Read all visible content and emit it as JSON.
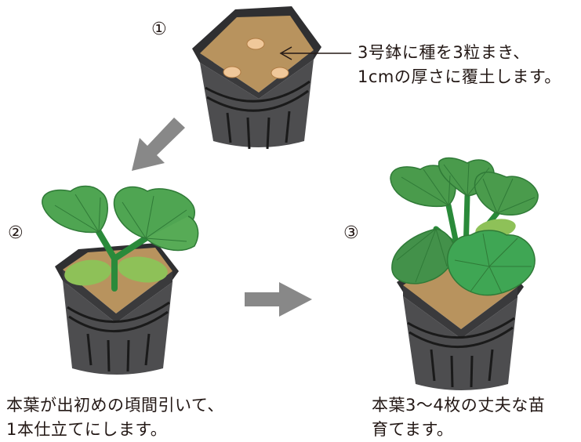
{
  "steps": [
    {
      "marker": "①",
      "caption": "3号鉢に種を3粒まき、\n1cmの厚さに覆土します。"
    },
    {
      "marker": "②",
      "caption": "本葉が出初めの頃間引いて、\n1本仕立てにします。"
    },
    {
      "marker": "③",
      "caption": "本葉3～4枚の丈夫な苗\n育てます。"
    }
  ],
  "colors": {
    "pot": "#4d4d4f",
    "pot_dark": "#2f2f31",
    "pot_lines": "#1a1a1a",
    "soil": "#b8935e",
    "seed": "#f0c89a",
    "leaf": "#4fa552",
    "leaf_dark": "#2f7a37",
    "cotyledon": "#8ec158",
    "stem": "#2a8a3a",
    "arrow": "#888888"
  },
  "icons": [
    "pot-icon",
    "seed-icon",
    "seedling-icon",
    "arrow-icon"
  ]
}
